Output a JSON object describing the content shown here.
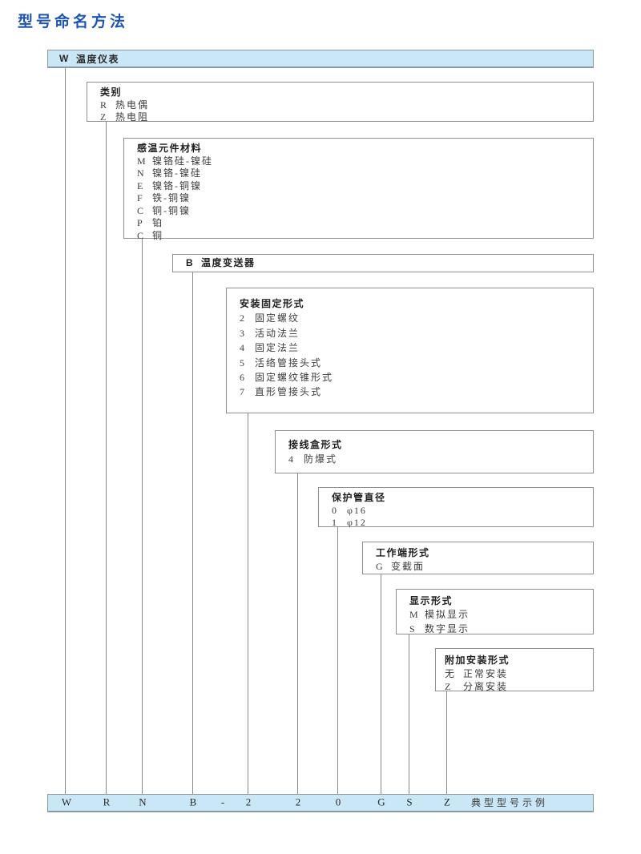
{
  "title": "型号命名方法",
  "header": {
    "code": "W",
    "label": "温度仪表"
  },
  "boxes": {
    "category": {
      "title": "类别",
      "items": [
        {
          "code": "R",
          "label": "热电偶"
        },
        {
          "code": "Z",
          "label": "热电阻"
        }
      ]
    },
    "sensor_material": {
      "title": "感温元件材料",
      "items": [
        {
          "code": "M",
          "label": "镍铬硅-镍硅"
        },
        {
          "code": "N",
          "label": "镍铬-镍硅"
        },
        {
          "code": "E",
          "label": "镍铬-铜镍"
        },
        {
          "code": "F",
          "label": "铁-铜镍"
        },
        {
          "code": "C",
          "label": "铜-铜镍"
        },
        {
          "code": "P",
          "label": "铂"
        },
        {
          "code": "C",
          "label": "铜"
        }
      ]
    },
    "transmitter": {
      "code": "B",
      "label": "温度变送器"
    },
    "mounting": {
      "title": "安装固定形式",
      "items": [
        {
          "code": "2",
          "label": "固定螺纹"
        },
        {
          "code": "3",
          "label": "活动法兰"
        },
        {
          "code": "4",
          "label": "固定法兰"
        },
        {
          "code": "5",
          "label": "活络管接头式"
        },
        {
          "code": "6",
          "label": "固定螺纹锥形式"
        },
        {
          "code": "7",
          "label": "直形管接头式"
        }
      ]
    },
    "junction_box": {
      "title": "接线盒形式",
      "items": [
        {
          "code": "4",
          "label": "防爆式"
        }
      ]
    },
    "tube_diameter": {
      "title": "保护管直径",
      "items": [
        {
          "code": "0",
          "label": "φ16"
        },
        {
          "code": "1",
          "label": "φ12"
        }
      ]
    },
    "working_end": {
      "title": "工作端形式",
      "items": [
        {
          "code": "G",
          "label": "变截面"
        }
      ]
    },
    "display_form": {
      "title": "显示形式",
      "items": [
        {
          "code": "M",
          "label": "模拟显示"
        },
        {
          "code": "S",
          "label": "数字显示"
        }
      ]
    },
    "extra_mounting": {
      "title": "附加安装形式",
      "items": [
        {
          "code": "无",
          "label": "正常安装"
        },
        {
          "code": "Z",
          "label": "分离安装"
        }
      ]
    }
  },
  "example_bar": {
    "codes": [
      "W",
      "R",
      "N",
      "B",
      "-",
      "2",
      "2",
      "0",
      "G",
      "S",
      "Z"
    ],
    "label": "典型型号示例"
  },
  "colors": {
    "accent_blue_fill": "#c9e7f6",
    "title_blue": "#1d55b4"
  }
}
